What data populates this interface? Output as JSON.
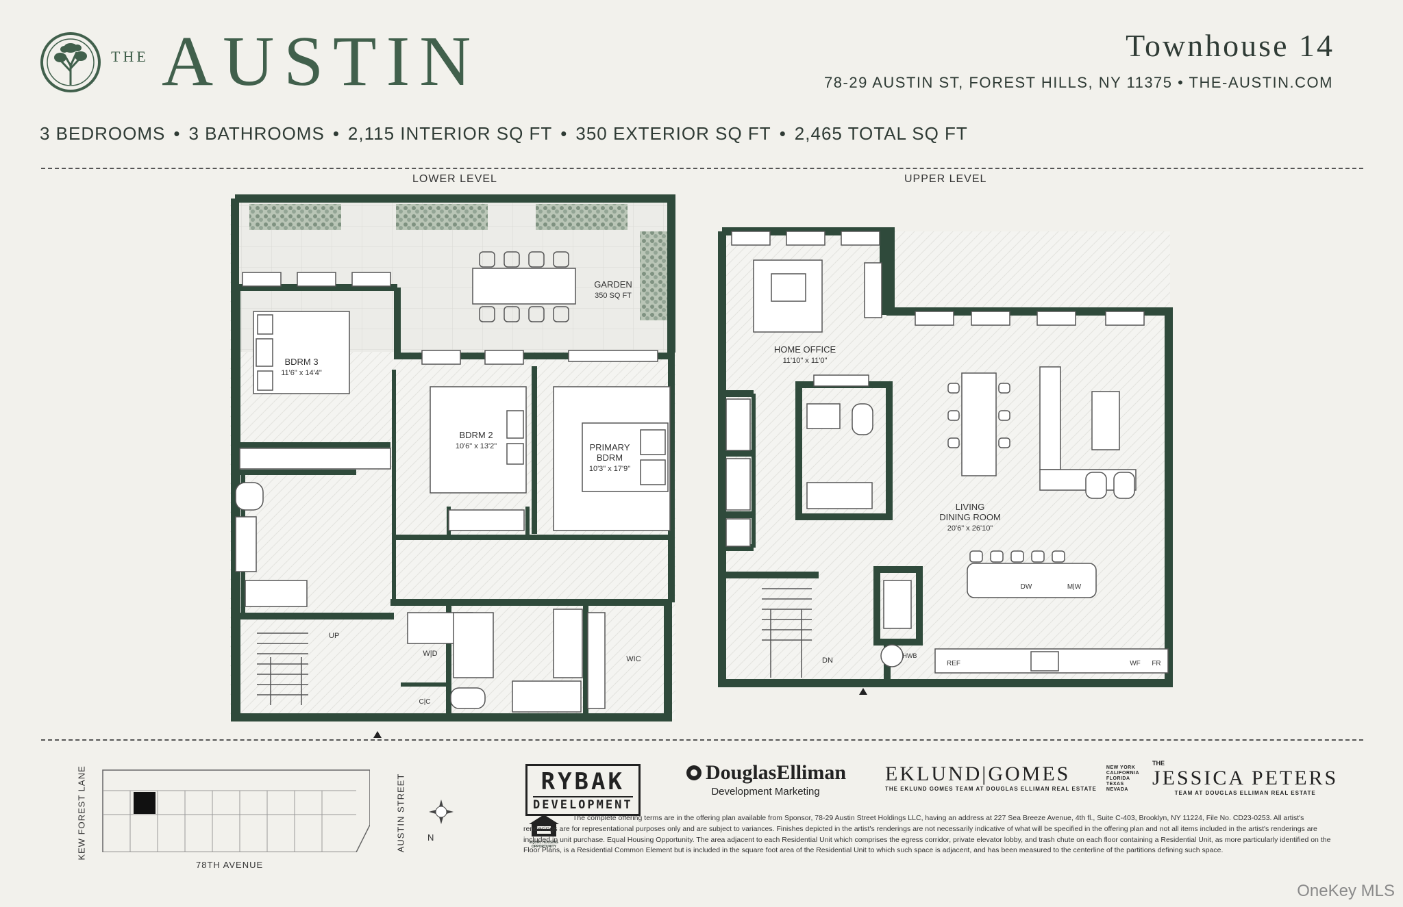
{
  "brand": {
    "the": "THE",
    "name": "AUSTIN"
  },
  "unit": {
    "title": "Townhouse 14",
    "address": "78-29 AUSTIN ST, FOREST HILLS, NY 11375 • THE-AUSTIN.COM"
  },
  "stats": [
    "3 BEDROOMS",
    "3 BATHROOMS",
    "2,115 INTERIOR SQ FT",
    "350 EXTERIOR SQ FT",
    "2,465 TOTAL SQ FT"
  ],
  "stats_separator": "•",
  "levels": {
    "lower": "LOWER LEVEL",
    "upper": "UPPER LEVEL"
  },
  "rooms": {
    "garden": {
      "name": "GARDEN",
      "dim": "350 SQ FT"
    },
    "bdrm3": {
      "name": "BDRM 3",
      "dim": "11'6\" x 14'4\""
    },
    "bdrm2": {
      "name": "BDRM 2",
      "dim": "10'6\" x 13'2\""
    },
    "primary_l1": "PRIMARY",
    "primary_l2": "BDRM",
    "primary_dim": "10'3\" x 17'9\"",
    "home_office": {
      "name": "HOME OFFICE",
      "dim": "11'10\" x 11'0\""
    },
    "living_l1": "LIVING",
    "living_l2": "DINING ROOM",
    "living_dim": "20'6\" x 26'10\""
  },
  "fixtures": {
    "up": "UP",
    "dn": "DN",
    "wd": "W|D",
    "cc": "C|C",
    "wic": "WIC",
    "dw": "DW",
    "mw": "M|W",
    "ref": "REF",
    "wf": "WF",
    "fr": "FR",
    "hwb": "HWB"
  },
  "site": {
    "left_street": "KEW FOREST LANE",
    "right_street": "AUSTIN STREET",
    "bottom_street": "78TH AVENUE",
    "north": "N"
  },
  "partners": {
    "rybak_big": "RYBAK",
    "rybak_small": "DEVELOPMENT",
    "de_name": "DouglasElliman",
    "de_sub": "Development Marketing",
    "eg_name": "EKLUND|GOMES",
    "eg_sub": "THE EKLUND GOMES TEAM AT DOUGLAS ELLIMAN REAL ESTATE",
    "eg_states": [
      "NEW YORK",
      "CALIFORNIA",
      "FLORIDA",
      "TEXAS",
      "NEVADA"
    ],
    "jp_the": "THE",
    "jp_name": "JESSICA PETERS",
    "jp_sub": "TEAM AT DOUGLAS ELLIMAN REAL ESTATE"
  },
  "eho": "EQUAL HOUSING OPPORTUNITY",
  "disclaimer": "The complete offering terms are in the offering plan available from Sponsor, 78-29 Austin Street Holdings LLC, having an address at 227 Sea Breeze Avenue, 4th fl., Suite C-403, Brooklyn, NY 11224, File No. CD23-0253. All artist's renderings are for representational purposes only and are subject to variances. Finishes depicted in the artist's renderings are not necessarily indicative of what will be specified in the offering plan and not all items included in the artist's renderings are included in unit purchase. Equal Housing Opportunity. The area adjacent to each Residential Unit which comprises the egress corridor, private elevator lobby, and trash chute on each floor containing a Residential Unit, as more particularly identified on the Floor Plans, is a Residential Common Element but is included in the square foot area of the Residential Unit to which such space is adjacent, and has been measured to the centerline of the partitions defining such space.",
  "watermark": "OneKey MLS",
  "colors": {
    "brand_green": "#41604c",
    "wall": "#2f4a3b",
    "background": "#f2f1ec"
  }
}
